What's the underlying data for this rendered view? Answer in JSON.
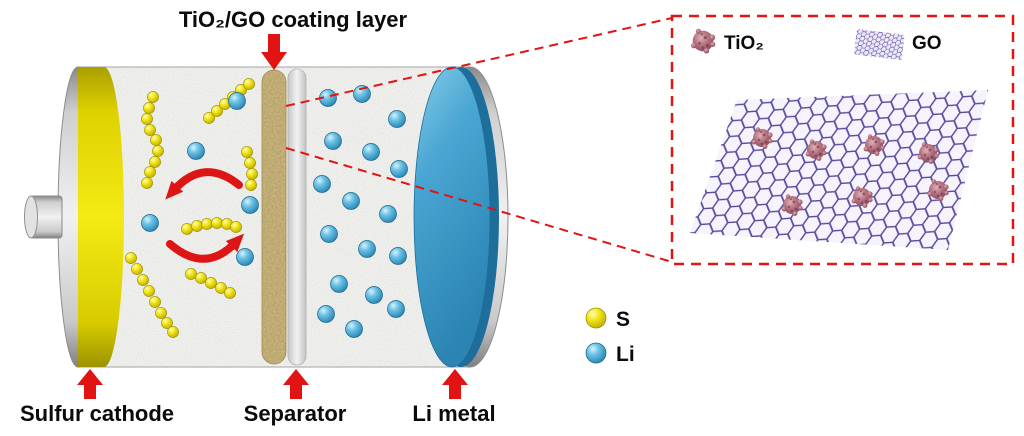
{
  "labels": {
    "coating_layer": "TiO₂/GO coating layer",
    "sulfur_cathode": "Sulfur cathode",
    "separator": "Separator",
    "li_metal": "Li metal"
  },
  "legend": {
    "sulfur": "S",
    "lithium": "Li"
  },
  "inset": {
    "tio2_label": "TiO₂",
    "go_label": "GO"
  },
  "colors": {
    "accent_red": "#e21313",
    "sulfur_yellow": "#f2e516",
    "lithium_blue": "#4aa6d2",
    "coating_tan": "#cdb87e",
    "go_purple": "#5a4c9f",
    "tio2_maroon": "#b4707e",
    "silver": "#cfcfcf"
  }
}
